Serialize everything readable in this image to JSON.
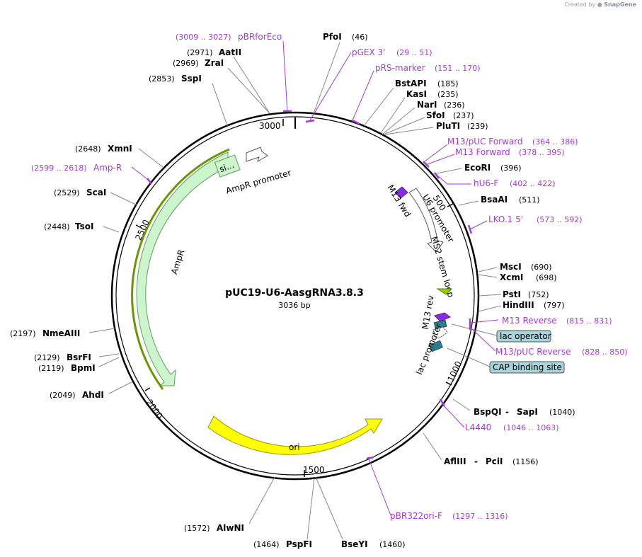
{
  "app": {
    "credit_prefix": "Created by",
    "credit_brand": "SnapGene"
  },
  "plasmid": {
    "name": "pUC19-U6-AasgRNA3.8.3",
    "size_label": "3036 bp"
  },
  "ticks": [
    "3000",
    "500",
    "1000",
    "1500",
    "2000",
    "2500"
  ],
  "enzymes": [
    {
      "name": "PfoI",
      "pos": "(46)"
    },
    {
      "name": "AatII",
      "pos": "(2971)"
    },
    {
      "name": "ZraI",
      "pos": "(2969)"
    },
    {
      "name": "SspI",
      "pos": "(2853)"
    },
    {
      "name": "BstAPI",
      "pos": "(185)"
    },
    {
      "name": "KasI",
      "pos": "(235)"
    },
    {
      "name": "NarI",
      "pos": "(236)"
    },
    {
      "name": "SfoI",
      "pos": "(237)"
    },
    {
      "name": "PluTI",
      "pos": "(239)"
    },
    {
      "name": "EcoRI",
      "pos": "(396)"
    },
    {
      "name": "BsaAI",
      "pos": "(511)"
    },
    {
      "name": "MscI",
      "pos": "(690)"
    },
    {
      "name": "XcmI",
      "pos": "(698)"
    },
    {
      "name": "PstI",
      "pos": "(752)"
    },
    {
      "name": "HindIII",
      "pos": "(797)"
    },
    {
      "name": "BspQI",
      "name2": "SapI",
      "pos": "(1040)"
    },
    {
      "name": "AflIII",
      "name2": "PciI",
      "pos": "(1156)"
    },
    {
      "name": "BseYI",
      "pos": "(1460)"
    },
    {
      "name": "PspFI",
      "pos": "(1464)"
    },
    {
      "name": "AlwNI",
      "pos": "(1572)"
    },
    {
      "name": "AhdI",
      "pos": "(2049)"
    },
    {
      "name": "BpmI",
      "pos": "(2119)"
    },
    {
      "name": "BsrFI",
      "pos": "(2129)"
    },
    {
      "name": "NmeAIII",
      "pos": "(2197)"
    },
    {
      "name": "TsoI",
      "pos": "(2448)"
    },
    {
      "name": "ScaI",
      "pos": "(2529)"
    },
    {
      "name": "XmnI",
      "pos": "(2648)"
    }
  ],
  "primers": [
    {
      "name": "pBRforEco",
      "pos": "(3009 .. 3027)"
    },
    {
      "name": "pGEX 3'",
      "pos": "(29 .. 51)"
    },
    {
      "name": "pRS-marker",
      "pos": "(151 .. 170)"
    },
    {
      "name": "M13/pUC Forward",
      "pos": "(364 .. 386)"
    },
    {
      "name": "M13 Forward",
      "pos": "(378 .. 395)"
    },
    {
      "name": "hU6-F",
      "pos": "(402 .. 422)"
    },
    {
      "name": "LKO.1 5'",
      "pos": "(573 .. 592)"
    },
    {
      "name": "M13 Reverse",
      "pos": "(815 .. 831)"
    },
    {
      "name": "M13/pUC Reverse",
      "pos": "(828 .. 850)"
    },
    {
      "name": "L4440",
      "pos": "(1046 .. 1063)"
    },
    {
      "name": "pBR322ori-F",
      "pos": "(1297 .. 1316)"
    },
    {
      "name": "Amp-R",
      "pos": "(2599 .. 2618)"
    }
  ],
  "features": {
    "ampr_promoter": "AmpR promoter",
    "ampr": "AmpR",
    "signal": "si...",
    "ori": "ori",
    "m13_fwd": "M13 fwd",
    "u6_promoter": "U6 promoter",
    "ms2": "MS2 stem loop",
    "m13_rev": "M13 rev",
    "lac_promoter": "lac promoter",
    "lac_operator": "lac operator",
    "cap_site": "CAP binding site"
  },
  "colors": {
    "backbone": "#000000",
    "primer": "#a53ad6",
    "ampr_fill": "#ccf5cc",
    "signal_line": "#669900",
    "ori_fill": "#ffff00",
    "m13_fill": "#8b2be2",
    "lac_fill": "#2e7d8f",
    "ms2_fill": "#99cc00",
    "box_fill": "#a8d4dc"
  }
}
